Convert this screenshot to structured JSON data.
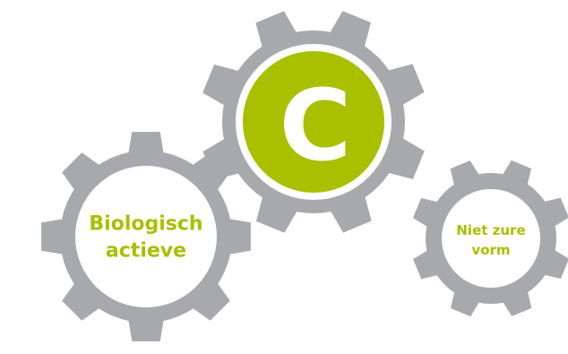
{
  "colors": {
    "gear": "#a7a9ac",
    "accent": "#a8c000",
    "inner_white": "#ffffff"
  },
  "gears": {
    "left": {
      "line1": "Biologisch",
      "line2": "actieve"
    },
    "center": {
      "letter": "C"
    },
    "right": {
      "line1": "Niet zure",
      "line2": "vorm"
    }
  }
}
